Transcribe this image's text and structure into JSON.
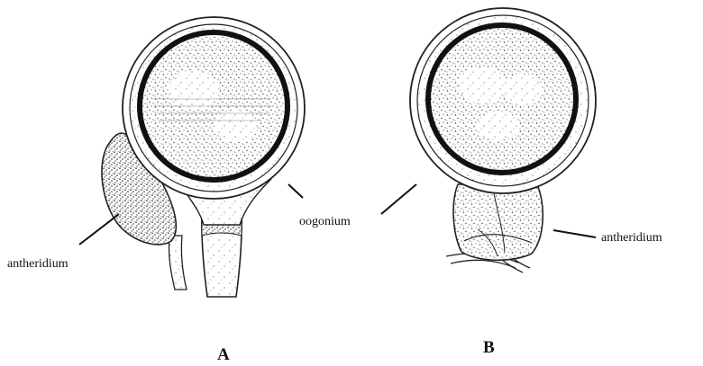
{
  "labels": {
    "antheridium_a": "antheridium",
    "oogonium": "oogonium",
    "antheridium_b": "antheridium"
  },
  "panels": {
    "a": "A",
    "b": "B"
  }
}
